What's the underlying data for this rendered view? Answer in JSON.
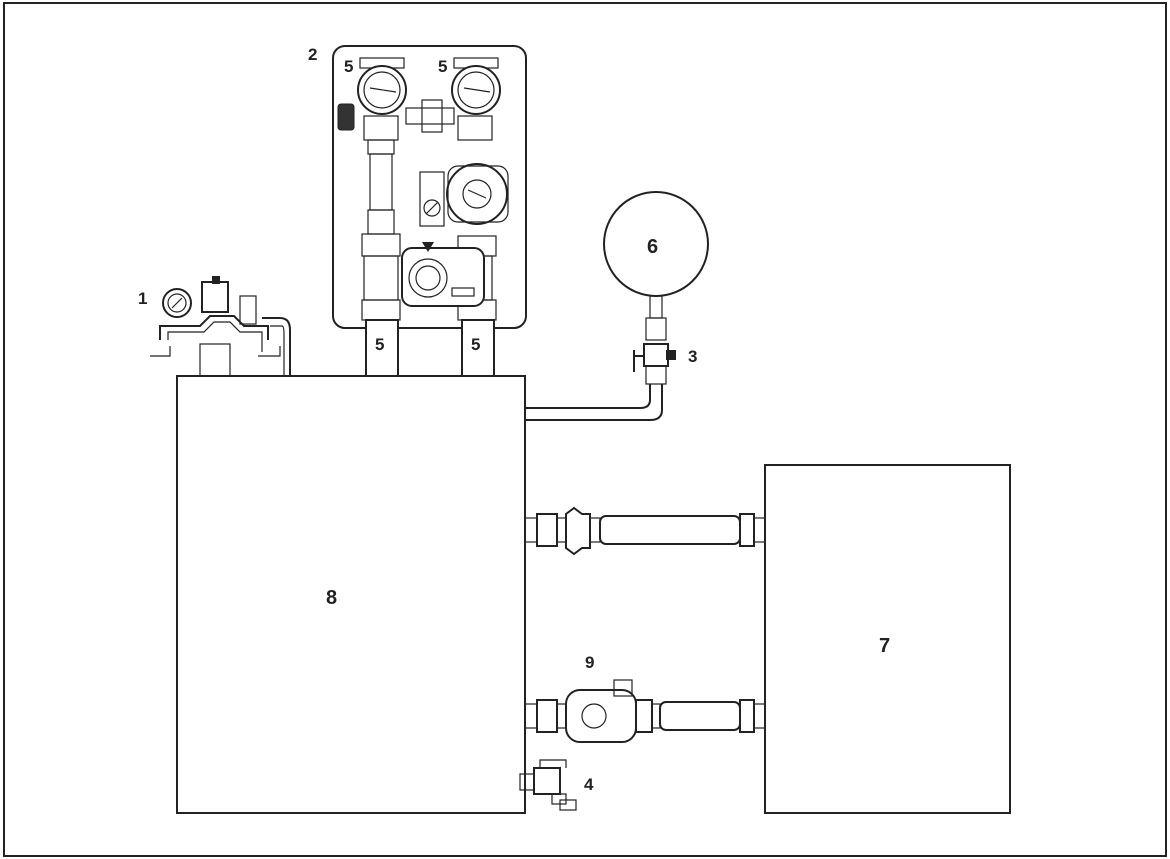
{
  "labels": {
    "safety_group": "1",
    "pump_station": "2",
    "cap_valve": "3",
    "drain_valve": "4",
    "flow_5_top_left": "5",
    "flow_5_top_right": "5",
    "flow_5_bottom_left": "5",
    "flow_5_bottom_right": "5",
    "expansion_vessel": "6",
    "boiler": "7",
    "storage_tank": "8",
    "loading_pump": "9"
  },
  "colors": {
    "line": "#222222",
    "background": "#ffffff"
  }
}
